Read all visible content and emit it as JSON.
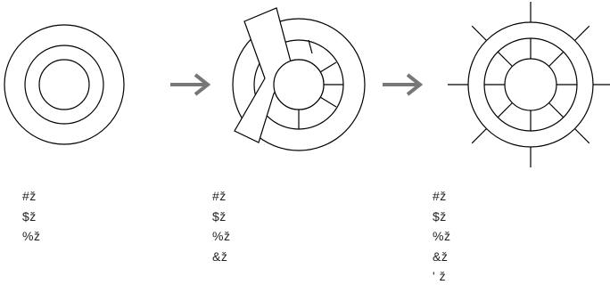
{
  "colors": {
    "line": "#000000",
    "arrow": "#777777",
    "text": "#222222",
    "background": "#ffffff"
  },
  "stages": [
    {
      "name": "stage-1-concentric-rings",
      "labels": [
        "#ž",
        "$ž",
        "%ž"
      ]
    },
    {
      "name": "stage-2-rings-with-blade",
      "labels": [
        "#ž",
        "$ž",
        "%ž",
        "&ž"
      ]
    },
    {
      "name": "stage-3-segmented-wheel",
      "labels": [
        "#ž",
        "$ž",
        "%ž",
        "&ž",
        "' ž"
      ]
    }
  ],
  "arrows": [
    {
      "from": "stage-1-concentric-rings",
      "to": "stage-2-rings-with-blade",
      "icon": "right-arrow-icon"
    },
    {
      "from": "stage-2-rings-with-blade",
      "to": "stage-3-segmented-wheel",
      "icon": "right-arrow-icon"
    }
  ]
}
